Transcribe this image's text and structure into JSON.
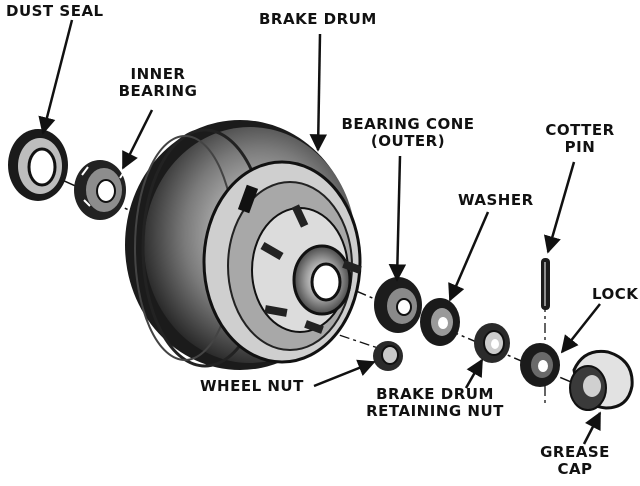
{
  "diagram": {
    "colors": {
      "ink": "#111111",
      "paper": "#ffffff",
      "shade": "#3a3a3a",
      "mid": "#8a8a8a",
      "light": "#d8d8d8"
    },
    "labels": {
      "dust_seal": "DUST SEAL",
      "brake_drum": "BRAKE DRUM",
      "inner_bearing_1": "INNER",
      "inner_bearing_2": "BEARING",
      "bearing_cone_1": "BEARING CONE",
      "bearing_cone_2": "(OUTER)",
      "cotter_pin_1": "COTTER",
      "cotter_pin_2": "PIN",
      "washer": "WASHER",
      "lock": "LOCK",
      "wheel_nut": "WHEEL NUT",
      "retaining_nut_1": "BRAKE DRUM",
      "retaining_nut_2": "RETAINING NUT",
      "grease_cap_1": "GREASE",
      "grease_cap_2": "CAP"
    }
  }
}
